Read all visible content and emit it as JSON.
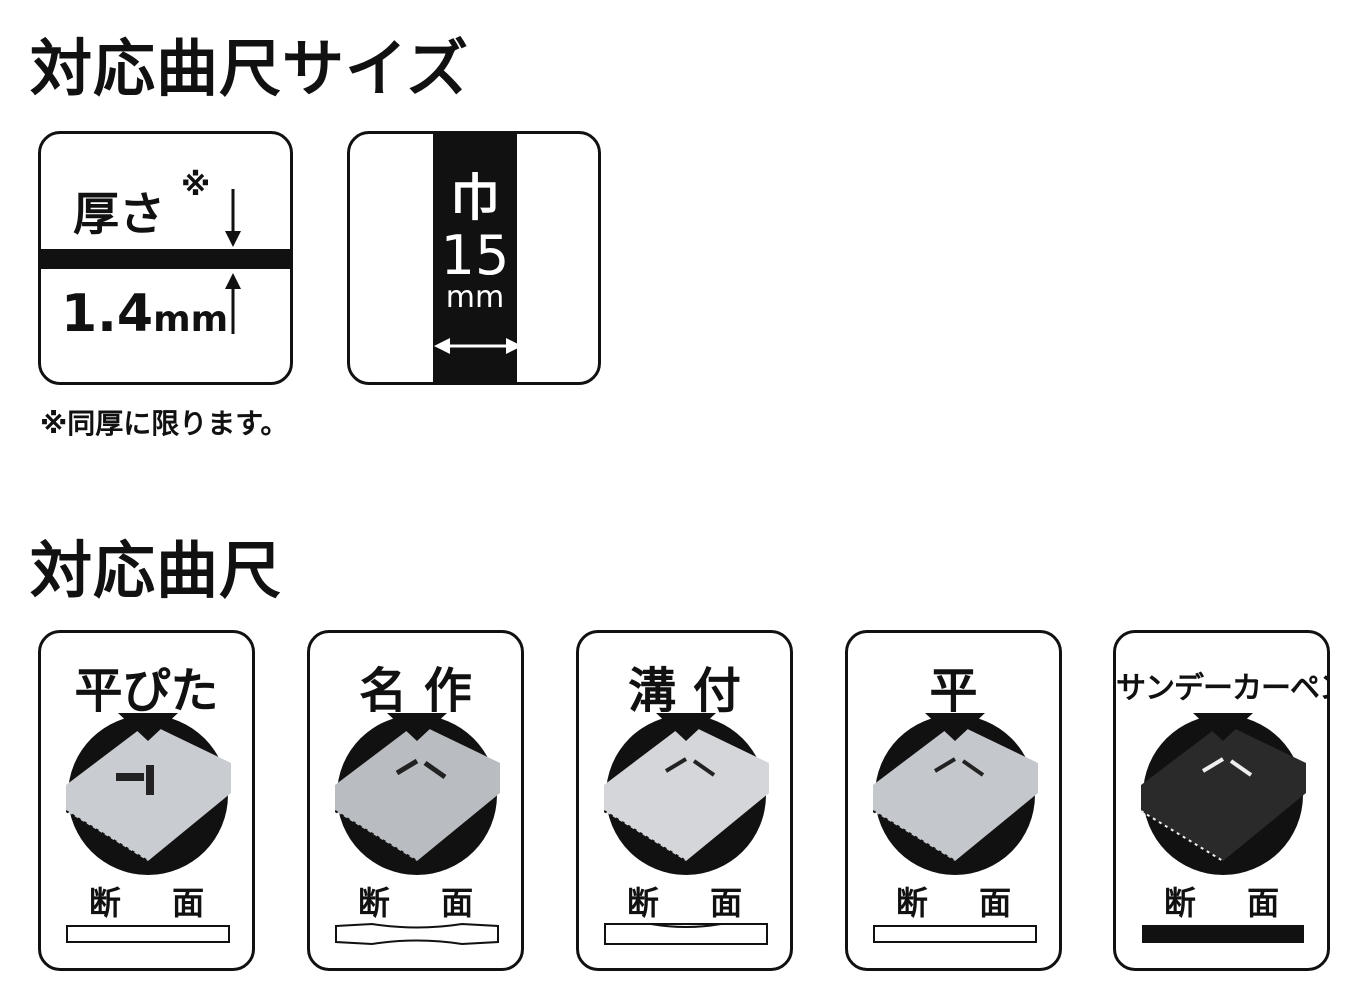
{
  "section_sizes": {
    "title": "対応曲尺サイズ",
    "thickness": {
      "label": "厚さ",
      "mark": "※",
      "value": "1.4",
      "unit": "mm"
    },
    "width": {
      "label": "巾",
      "value": "15",
      "unit": "mm"
    },
    "note": "※同厚に限ります。"
  },
  "section_rules": {
    "title": "対応曲尺",
    "items": [
      {
        "name": "平ぴた",
        "section_label": "断 面",
        "profile": "flat",
        "finish": "silver"
      },
      {
        "name": "名 作",
        "section_label": "断 面",
        "profile": "concave-ends",
        "finish": "silver"
      },
      {
        "name": "溝 付",
        "section_label": "断 面",
        "profile": "grooved",
        "finish": "silver"
      },
      {
        "name": "平",
        "section_label": "断 面",
        "profile": "flat",
        "finish": "silver"
      },
      {
        "name": "サンデーカーペンター",
        "section_label": "断 面",
        "profile": "flat-filled",
        "finish": "black"
      }
    ]
  },
  "colors": {
    "ink": "#111111",
    "steel": "#c9ccd0",
    "background": "#ffffff"
  }
}
